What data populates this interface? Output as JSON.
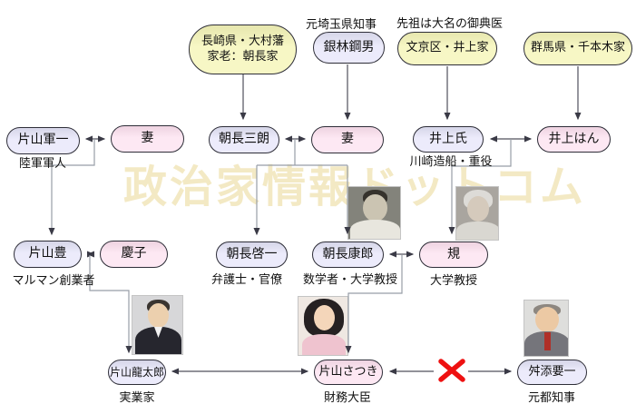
{
  "page": {
    "watermark": "政治家情報ドットコム"
  },
  "annotations": {
    "ginbayashi_title": "元埼玉県知事",
    "inoue_ancestry_note": "先祖は大名の御典医"
  },
  "nodes": {
    "nagasaki_chonaga_family": {
      "line1": "長崎県・大村藩",
      "line2": "家老：朝長家"
    },
    "ginbayashi_tsunao": {
      "label": "銀林鋼男"
    },
    "bunkyo_inoue_family": {
      "label": "文京区・井上家"
    },
    "gunma_senbongi_family": {
      "label": "群馬県・千本木家"
    },
    "katayama_gunichi": {
      "label": "片山軍一",
      "sublabel": "陸軍軍人"
    },
    "wife_of_gunichi": {
      "label": "妻"
    },
    "chonaga_saburo": {
      "label": "朝長三朗"
    },
    "wife_of_saburo": {
      "label": "妻"
    },
    "inoue_shi": {
      "label": "井上氏",
      "sublabel": "川崎造船・重役"
    },
    "inoue_han": {
      "label": "井上はん"
    },
    "katayama_yutaka": {
      "label": "片山豊",
      "sublabel": "マルマン創業者"
    },
    "keiko": {
      "label": "慶子"
    },
    "chonaga_keiichi": {
      "label": "朝長啓一",
      "sublabel": "弁護士・官僚"
    },
    "chonaga_yasuro": {
      "label": "朝長康郎",
      "sublabel": "数学者・大学教授"
    },
    "nori": {
      "label": "規",
      "sublabel": "大学教授"
    },
    "katayama_ryutaro": {
      "label": "片山龍太郎",
      "sublabel": "実業家"
    },
    "katayama_satsuki": {
      "label": "片山さつき",
      "sublabel": "財務大臣"
    },
    "masuzoe_yoichi": {
      "label": "舛添要一",
      "sublabel": "元都知事"
    }
  },
  "colors": {
    "origin_fill": "#f7f7c5",
    "male_fill": "#ecebfb",
    "female_fill": "#fde8f3",
    "node_border": "#2e2e38",
    "arrow": "#50505c",
    "elbow": "#989ea6",
    "divorce_x": "#ee1111",
    "watermark": "#f3e9c4"
  }
}
